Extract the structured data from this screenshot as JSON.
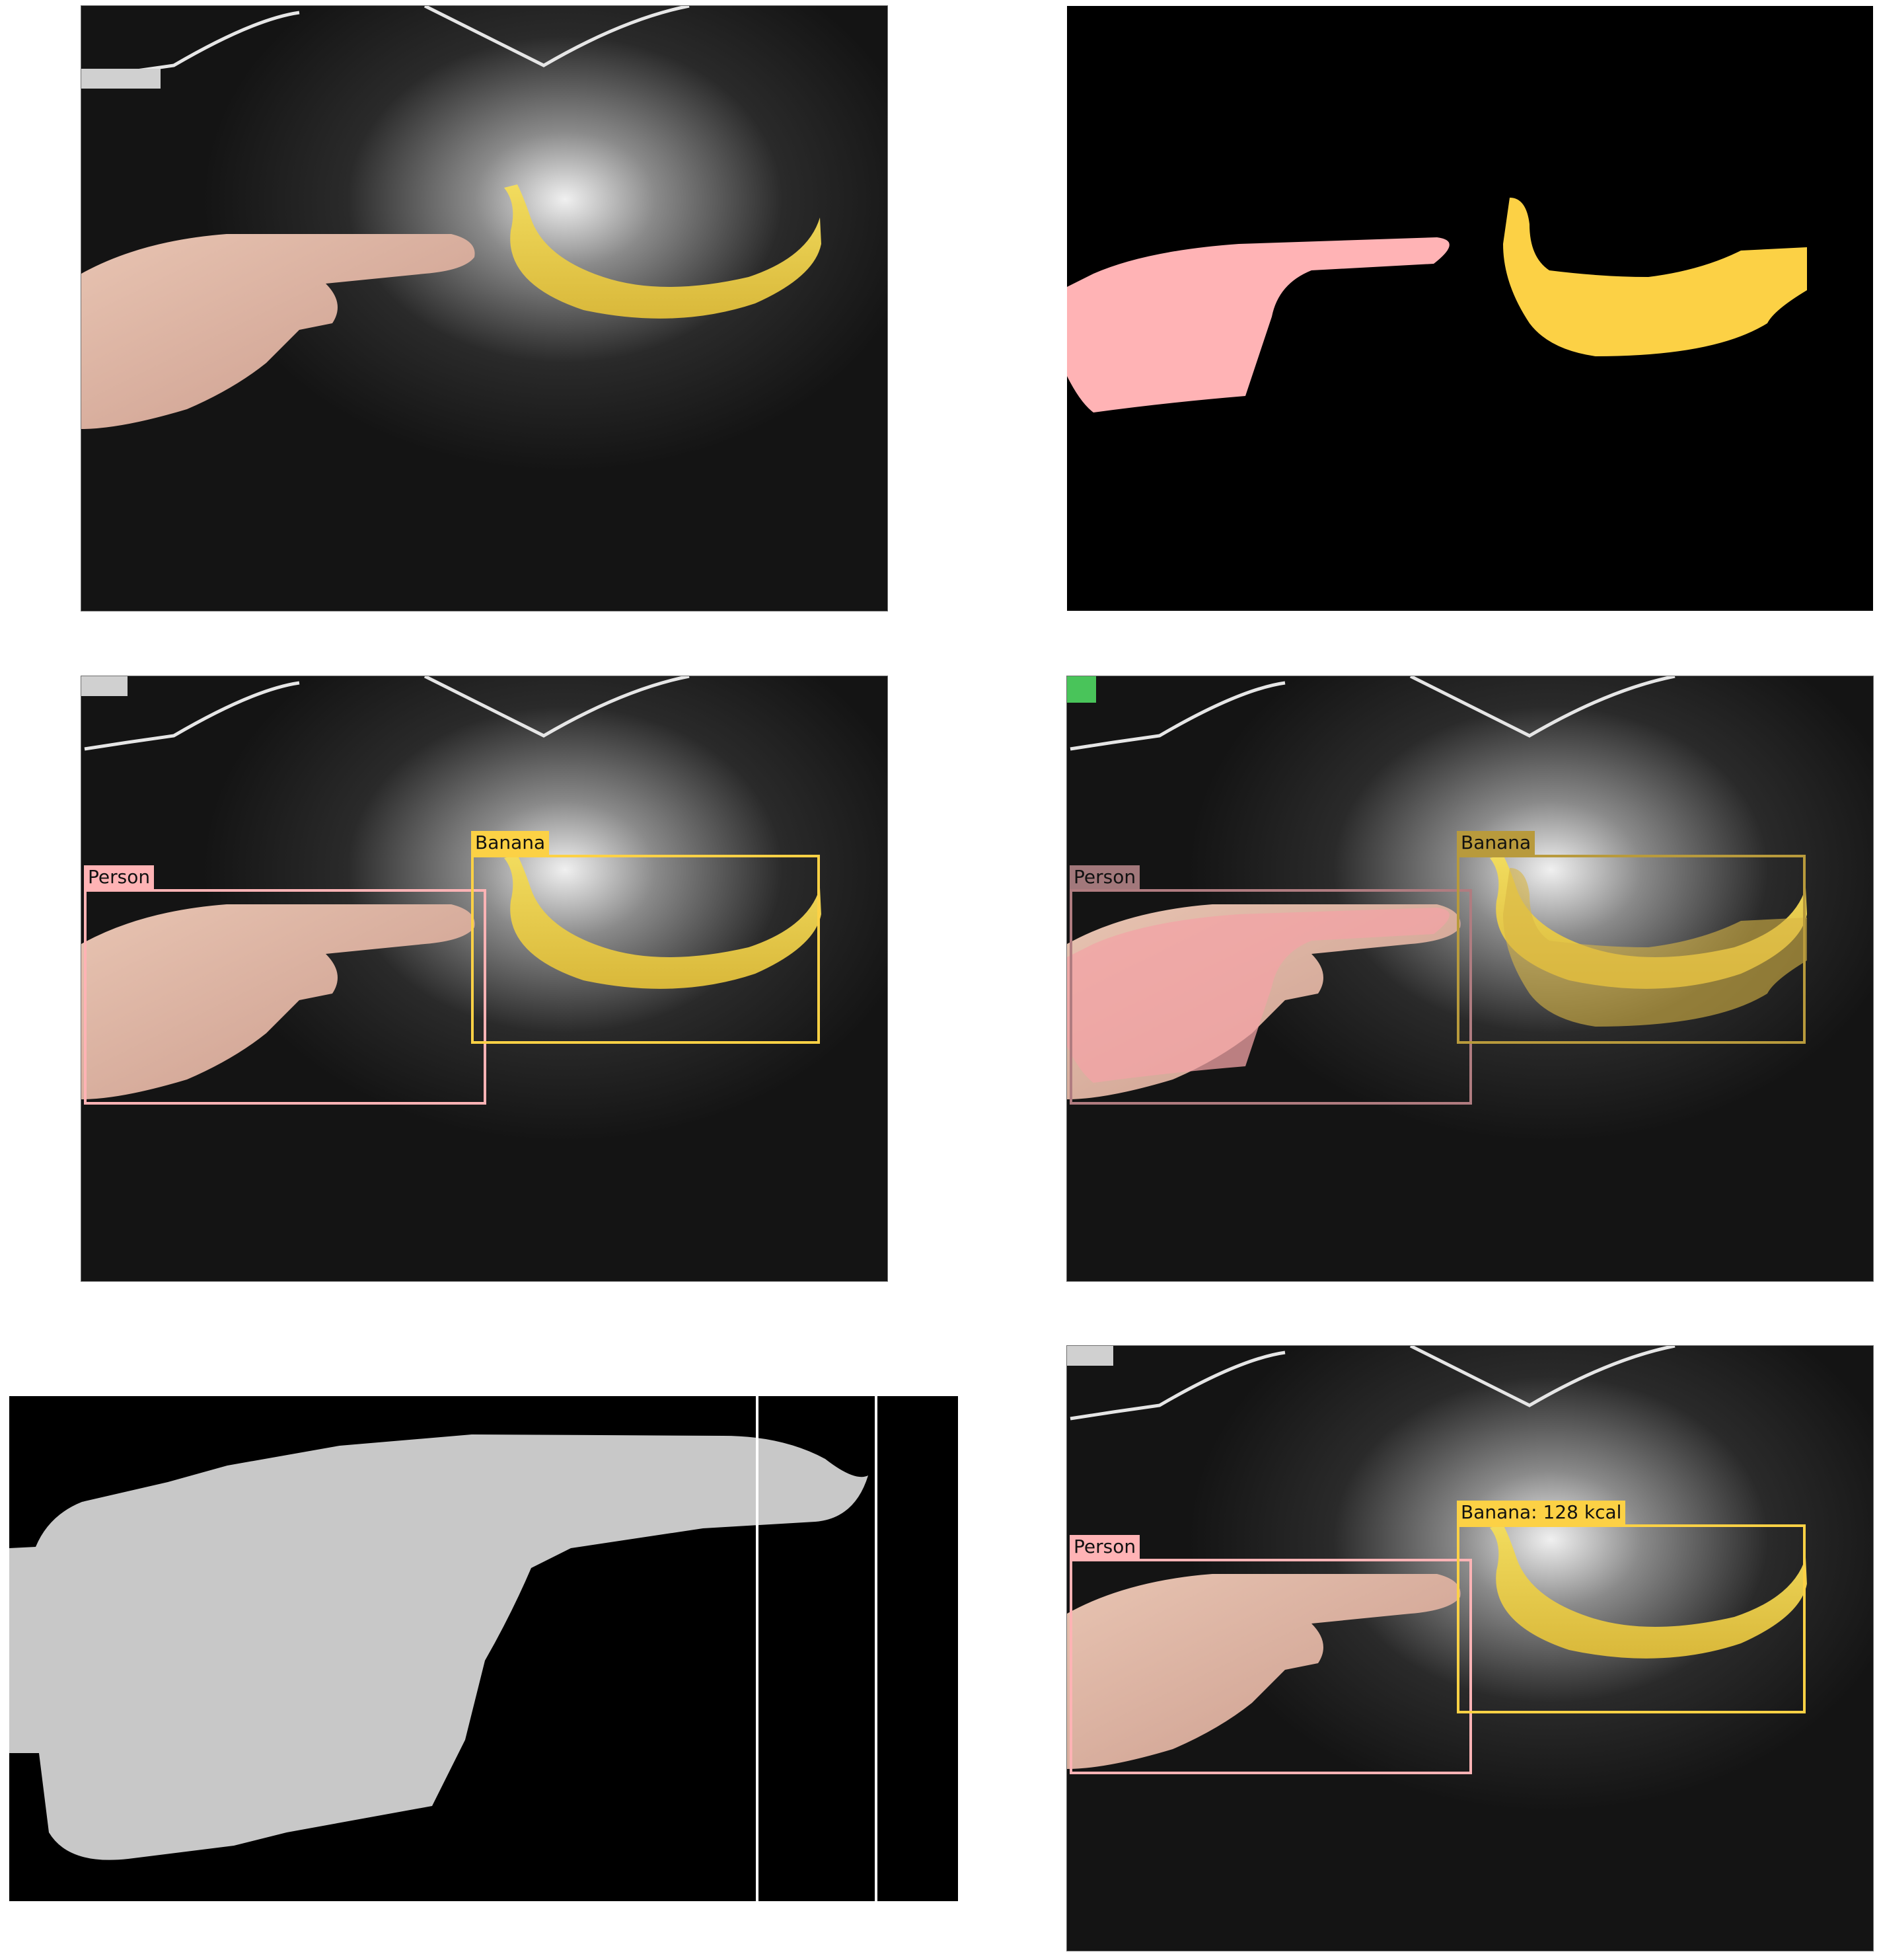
{
  "colors": {
    "person": "#ffb3b5",
    "banana": "#fcd145",
    "person_overlay": "#f3a3a6",
    "banana_overlay": "#d9b544",
    "mask_gray": "#c8c8c8"
  },
  "labels": {
    "person": "Person",
    "banana": "Banana",
    "banana_kcal": "Banana: 128 kcal"
  },
  "panels": {
    "original_photo": {
      "content": "hand pointing at banana on dark table"
    },
    "segmentation_mask": {
      "classes": [
        "person",
        "banana"
      ]
    },
    "detection_boxes": {
      "labels": [
        "Person",
        "Banana"
      ]
    },
    "instance_overlay": {
      "labels": [
        "Person",
        "Banana"
      ]
    },
    "binary_person_mask": {
      "classes": [
        "person"
      ]
    },
    "calorie_result": {
      "labels": [
        "Person",
        "Banana: 128 kcal"
      ]
    }
  }
}
